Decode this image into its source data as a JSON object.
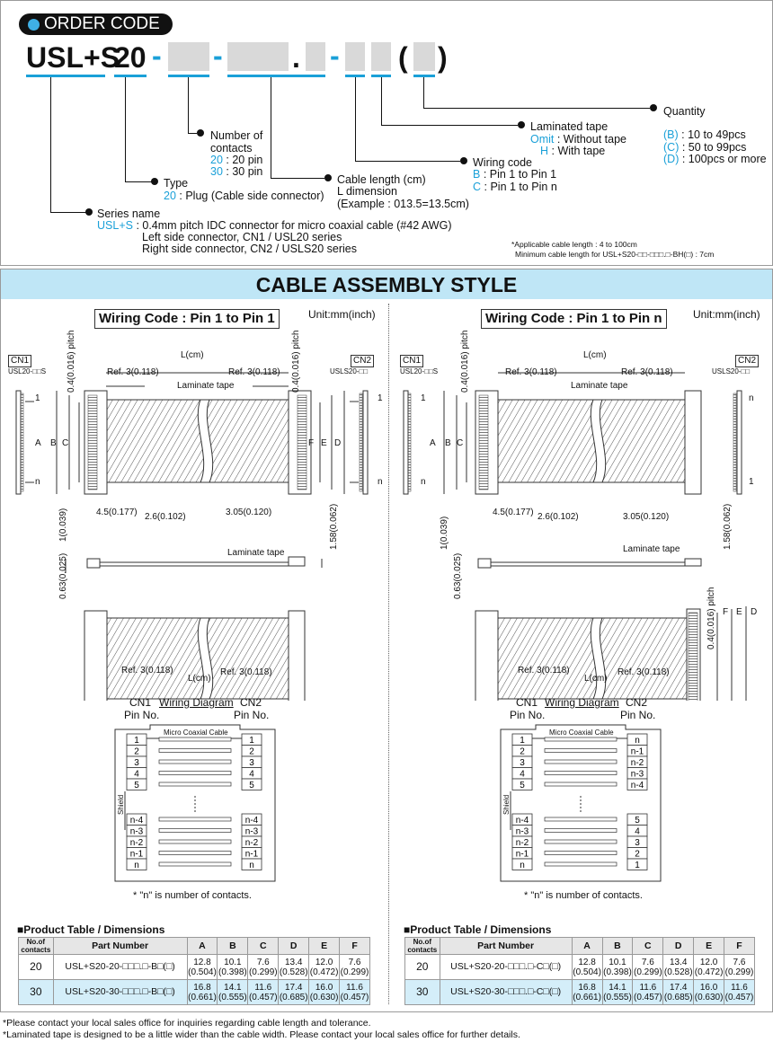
{
  "order": {
    "badge": "ORDER CODE",
    "code_prefix": "USL+S",
    "code_num": "20",
    "dash1": "-",
    "dash2": "-",
    "dot": ".",
    "dash3": "-",
    "lparen": "(",
    "rparen": ")",
    "contacts_label": "Number of\ncontacts",
    "contacts_20_code": "20",
    "contacts_20_text": " : 20 pin",
    "contacts_30_code": "30",
    "contacts_30_text": " : 30 pin",
    "type_label": "Type",
    "type_code": "20",
    "type_text": " : Plug (Cable side connector)",
    "series_label": "Series name",
    "series_code": "USL+S",
    "series_text": " : 0.4mm pitch IDC connector for micro coaxial cable (#42 AWG)",
    "series_line2": "Left side connector, CN1 / USL20 series",
    "series_line3": "Right side connector, CN2 / USLS20 series",
    "cable_label": "Cable length (cm)",
    "cable_l1": "L dimension",
    "cable_l2": "(Example : 013.5=13.5cm)",
    "wiring_label": "Wiring code",
    "wiring_b_code": "B",
    "wiring_b_text": " : Pin 1 to Pin 1",
    "wiring_c_code": "C",
    "wiring_c_text": " : Pin 1 to Pin n",
    "lam_label": "Laminated tape",
    "lam_omit_code": "Omit",
    "lam_omit_text": " : Without tape",
    "lam_h_code": "H",
    "lam_h_text": " : With tape",
    "qty_label": "Quantity",
    "qty_b_code": "(B)",
    "qty_b_text": " : 10 to 49pcs",
    "qty_c_code": "(C)",
    "qty_c_text": " : 50 to 99pcs",
    "qty_d_code": "(D)",
    "qty_d_text": " : 100pcs or more",
    "note1": "*Applicable cable length : 4 to 100cm",
    "note2": "Minimum cable length for USL+S20-□□-□□□.□-BH(□) : 7cm"
  },
  "cable": {
    "header": "CABLE ASSEMBLY STYLE",
    "left_title": "Wiring Code : Pin 1 to Pin 1",
    "right_title": "Wiring Code : Pin 1 to Pin n",
    "unit": "Unit:mm(inch)",
    "cn1": "CN1",
    "cn2": "CN2",
    "cn1_part": "USL20-□□S",
    "cn2_part": "USLS20-□□",
    "pitch": "0.4(0.016) pitch",
    "L": "L(cm)",
    "ref_left": "Ref. 3(0.118)",
    "ref_right": "Ref. 3(0.118)",
    "laminate": "Laminate tape",
    "d45": "4.5(0.177)",
    "d26": "2.6(0.102)",
    "d305": "3.05(0.120)",
    "d1": "1(0.039)",
    "d158": "1.58(0.062)",
    "d063": "0.63(0.025)",
    "Lcm": "L(cm)",
    "letters": [
      "A",
      "B",
      "C",
      "F",
      "E",
      "D"
    ],
    "pin1": "1",
    "pinn": "n",
    "wd_cn1": "CN1",
    "wd_cn2": "CN2",
    "wd_title": "Wiring Diagram",
    "wd_pin": "Pin No.",
    "micro": "Micro Coaxial Cable",
    "shield": "Shield",
    "left_pins_top": [
      "1",
      "2",
      "3",
      "4",
      "5"
    ],
    "left_pins_bot": [
      "n-4",
      "n-3",
      "n-2",
      "n-1",
      "n"
    ],
    "right_l_top": [
      "1",
      "2",
      "3",
      "4",
      "5"
    ],
    "right_l_bot": [
      "n-4",
      "n-3",
      "n-2",
      "n-1",
      "n"
    ],
    "right_r_top": [
      "n",
      "n-1",
      "n-2",
      "n-3",
      "n-4"
    ],
    "right_r_bot": [
      "5",
      "4",
      "3",
      "2",
      "1"
    ],
    "n_note": "* \"n\" is number of contacts."
  },
  "table_left": {
    "title": "Product Table / Dimensions",
    "headers": [
      "No.of contacts",
      "Part Number",
      "A",
      "B",
      "C",
      "D",
      "E",
      "F"
    ],
    "rows": [
      [
        "20",
        "USL+S20-20-□□□.□-B□(□)",
        "12.8\n(0.504)",
        "10.1\n(0.398)",
        "7.6\n(0.299)",
        "13.4\n(0.528)",
        "12.0\n(0.472)",
        "7.6\n(0.299)"
      ],
      [
        "30",
        "USL+S20-30-□□□.□-B□(□)",
        "16.8\n(0.661)",
        "14.1\n(0.555)",
        "11.6\n(0.457)",
        "17.4\n(0.685)",
        "16.0\n(0.630)",
        "11.6\n(0.457)"
      ]
    ]
  },
  "table_right": {
    "title": "Product Table / Dimensions",
    "headers": [
      "No.of contacts",
      "Part Number",
      "A",
      "B",
      "C",
      "D",
      "E",
      "F"
    ],
    "rows": [
      [
        "20",
        "USL+S20-20-□□□.□-C□(□)",
        "12.8\n(0.504)",
        "10.1\n(0.398)",
        "7.6\n(0.299)",
        "13.4\n(0.528)",
        "12.0\n(0.472)",
        "7.6\n(0.299)"
      ],
      [
        "30",
        "USL+S20-30-□□□.□-C□(□)",
        "16.8\n(0.661)",
        "14.1\n(0.555)",
        "11.6\n(0.457)",
        "17.4\n(0.685)",
        "16.0\n(0.630)",
        "11.6\n(0.457)"
      ]
    ]
  },
  "footnotes": [
    "*Please contact your local sales office for inquiries regarding cable length and tolerance.",
    "*Laminated tape is designed to be a little wider than the cable width. Please contact your local sales office for further details."
  ],
  "colors": {
    "accent": "#1aa0d8",
    "header_bg": "#bfe6f6",
    "row_alt": "#d4eef9"
  }
}
